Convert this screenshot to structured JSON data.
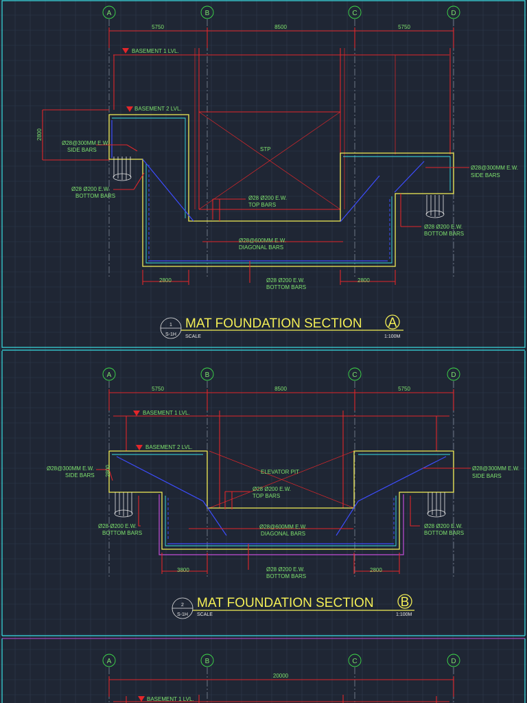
{
  "colors": {
    "background": "#1f2634",
    "frame": "#39e1e6",
    "red": "#e3262a",
    "yellow": "#f4ef56",
    "blue": "#3d4dff",
    "green": "#7fe36e",
    "magenta": "#c24dd8"
  },
  "grid_axes": [
    "A",
    "B",
    "C",
    "D"
  ],
  "section_a": {
    "dims": [
      "5750",
      "8500",
      "5750"
    ],
    "height_dim": "2800",
    "basement1": "BASEMENT 1 LVL.",
    "basement2": "BASEMENT 2 LVL.",
    "stp": "STP",
    "side_bars": [
      "Ø28@300MM E.W.",
      "SIDE BARS"
    ],
    "bottom_bars_left": [
      "Ø28 Ø200 E.W.",
      "BOTTOM BARS"
    ],
    "top_bars": [
      "Ø28 Ø200 E.W.",
      "TOP BARS"
    ],
    "side_bars_right": [
      "Ø28@300MM E.W.",
      "SIDE BARS"
    ],
    "bottom_bars_right": [
      "Ø28 Ø200 E.W.",
      "BOTTOM BARS"
    ],
    "diagonal_bars": [
      "Ø28@600MM E.W.",
      "DIAGONAL BARS"
    ],
    "bottom_dims": [
      "2800",
      "2800"
    ],
    "bottom_bars_center": [
      "Ø28 Ø200 E.W.",
      "BOTTOM BARS"
    ],
    "title": "MAT FOUNDATION SECTION",
    "title_letter": "A",
    "bubble_num": "1",
    "bubble_sheet": "S-1H",
    "scale_label": "SCALE",
    "scale_value": "1:100M"
  },
  "section_b": {
    "dims": [
      "5750",
      "8500",
      "5750"
    ],
    "height_dim": "2800",
    "basement1": "BASEMENT 1 LVL.",
    "basement2": "BASEMENT 2 LVL.",
    "pit": "ELEVATOR PIT",
    "side_bars_left": [
      "Ø28@300MM E.W.",
      "SIDE BARS"
    ],
    "side_bars_right": [
      "Ø28@300MM E.W.",
      "SIDE BARS"
    ],
    "top_bars": [
      "Ø28 Ø200 E.W.",
      "TOP BARS"
    ],
    "bottom_bars_left": [
      "Ø28 Ø200 E.W.",
      "BOTTOM BARS"
    ],
    "bottom_bars_right": [
      "Ø28 Ø200 E.W.",
      "BOTTOM BARS"
    ],
    "diagonal_bars": [
      "Ø28@600MM E.W.",
      "DIAGONAL BARS"
    ],
    "bottom_dims": [
      "3800",
      "2800"
    ],
    "bottom_bars_center": [
      "Ø28 Ø200 E.W.",
      "BOTTOM BARS"
    ],
    "title": "MAT FOUNDATION SECTION",
    "title_letter": "B",
    "bubble_num": "2",
    "bubble_sheet": "S-1H",
    "scale_label": "SCALE",
    "scale_value": "1:100M"
  },
  "section_c": {
    "dim": "20000",
    "basement1": "BASEMENT 1 LVL."
  }
}
